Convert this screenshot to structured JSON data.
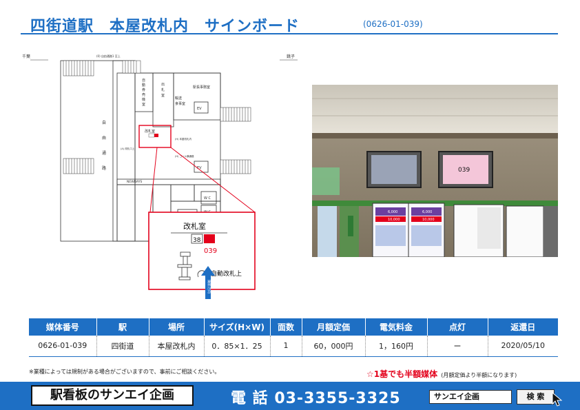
{
  "header": {
    "title": "四街道駅　本屋改札内　サインボード",
    "code": "(0626-01-039)"
  },
  "map": {
    "dir_left": "千葉",
    "dir_right": "銚子",
    "top_label": "(0) 自由通路1 至上",
    "free_passage": [
      "自",
      "由",
      "通",
      "路"
    ],
    "rooms": {
      "vending": [
        "自",
        "動",
        "券",
        "売",
        "機",
        "室"
      ],
      "exit_room": [
        "出",
        "札",
        "室"
      ],
      "station_master": "駅長事務室",
      "lounge": [
        "輸",
        "送",
        "食",
        "事",
        "室"
      ],
      "ticket_gate_room": "改札室",
      "newdays": "NEWDAYS",
      "ev": "EV",
      "wc": "W C",
      "gate_label_small": "(A) 改札口上",
      "gate_label_small2": "(H) 本屋改札内",
      "gate_label_small3": "(H) ゴール横通路"
    },
    "inset": {
      "room_label": "改札室",
      "board_number": "38",
      "media_number": "039",
      "gate_note": "自動改札上",
      "direction": "撮影方向"
    }
  },
  "photo": {
    "board_label": "039",
    "poster_labels": [
      "6,000",
      "10,000",
      "6,000",
      "10,000"
    ]
  },
  "spec_table": {
    "headers": [
      "媒体番号",
      "駅",
      "場所",
      "サイズ(H×W)",
      "面数",
      "月額定価",
      "電気料金",
      "点灯",
      "返還日"
    ],
    "row": [
      "0626-01-039",
      "四街道",
      "本屋改札内",
      "0．85×1．25",
      "1",
      "60，000円",
      "1，160円",
      "ー",
      "2020/05/10"
    ]
  },
  "notes": {
    "left": "※業種によっては規制がある場合がございますので、事前にご相談ください。",
    "right_big": "☆1基でも半額媒体",
    "right_small": "(月額定価より半額になります)"
  },
  "footer": {
    "logo": "駅看板のサンエイ企画",
    "tel": "電 話 03-3355-3325",
    "search_value": "サンエイ企画",
    "search_button": "検 索"
  },
  "colors": {
    "brand_blue": "#1e6fc4",
    "highlight_red": "#e3001b",
    "board_pink": "#f4c6d9"
  }
}
